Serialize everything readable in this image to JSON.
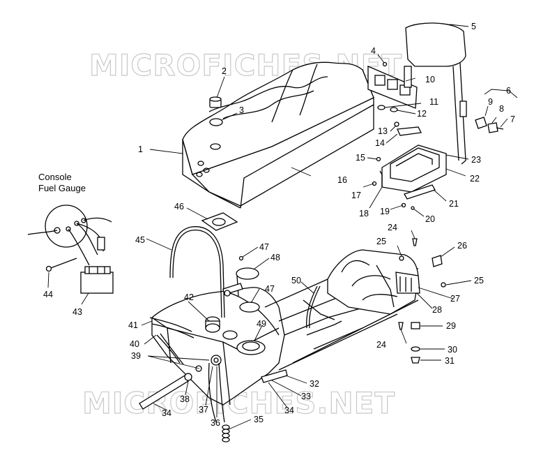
{
  "watermark": "MICROFICHES.NET",
  "caption": {
    "line1": "Console",
    "line2": "Fuel Gauge"
  },
  "callouts": {
    "c1": "1",
    "c2": "2",
    "c3": "3",
    "c4": "4",
    "c5": "5",
    "c6": "6",
    "c7": "7",
    "c8": "8",
    "c9": "9",
    "c10": "10",
    "c11": "11",
    "c12": "12",
    "c13": "13",
    "c14": "14",
    "c15": "15",
    "c16": "16",
    "c17": "17",
    "c18": "18",
    "c19": "19",
    "c20": "20",
    "c21": "21",
    "c22": "22",
    "c23": "23",
    "c24a": "24",
    "c24b": "24",
    "c25a": "25",
    "c25b": "25",
    "c26": "26",
    "c27": "27",
    "c28": "28",
    "c29": "29",
    "c30": "30",
    "c31": "31",
    "c32": "32",
    "c33": "33",
    "c34a": "34",
    "c34b": "34",
    "c35": "35",
    "c36": "36",
    "c37": "37",
    "c38": "38",
    "c39": "39",
    "c40": "40",
    "c41": "41",
    "c42": "42",
    "c43": "43",
    "c44": "44",
    "c45": "45",
    "c46": "46",
    "c47a": "47",
    "c47b": "47",
    "c48": "48",
    "c49": "49",
    "c50": "50"
  }
}
